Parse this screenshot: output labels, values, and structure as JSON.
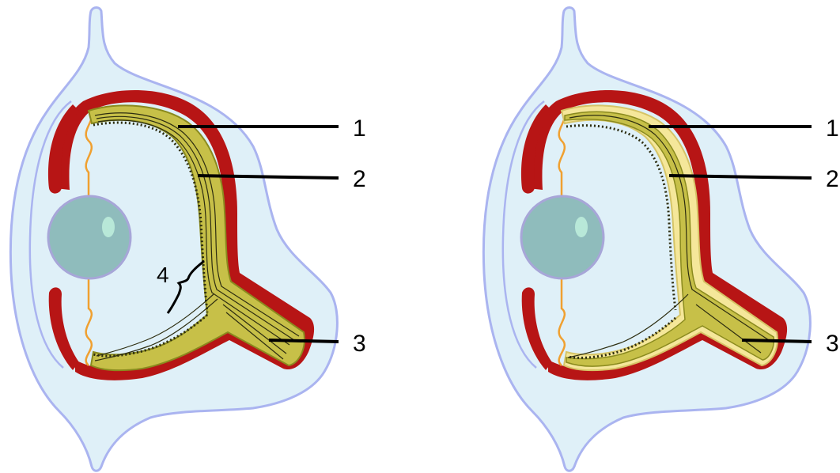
{
  "diagrams": [
    {
      "labels": {
        "l1": "1",
        "l2": "2",
        "l3": "3",
        "l4": "4"
      }
    },
    {
      "labels": {
        "l1": "1",
        "l2": "2",
        "l3": "3"
      }
    }
  ],
  "colors": {
    "body_fill": "#dff0f8",
    "body_stroke": "#aab4f0",
    "choroid": "#b71515",
    "retina_outer": "#8a8a1e",
    "retina_fill": "#c7c048",
    "fiber_line": "#2d2d10",
    "retina_pale": "#f5e79a",
    "lens_fill": "#8fbcbc",
    "lens_stroke": "#a7a6d8",
    "zonule": "#f0a030"
  }
}
